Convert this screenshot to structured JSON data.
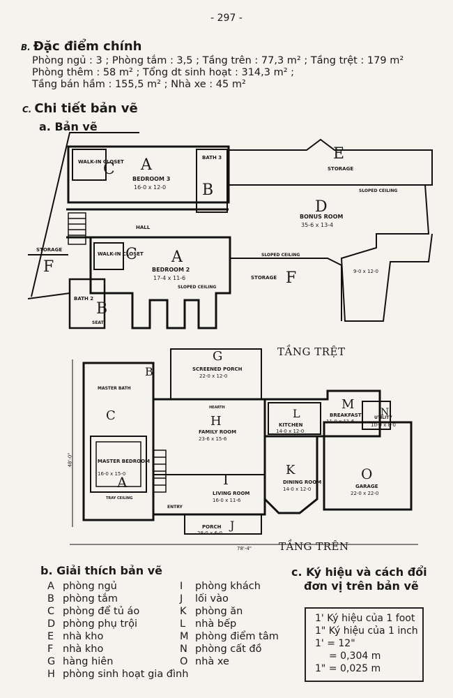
{
  "page_number": "- 297 -",
  "section_b": {
    "marker": "B.",
    "title": "Đặc điểm chính",
    "lines": [
      "Phòng ngủ : 3  ;  Phòng tắm : 3,5  ;  Tầng trên : 77,3 m² ; Tầng trệt : 179 m²",
      "Phòng thêm : 58 m²   ;  Tổng dt sinh hoạt : 314,3 m² ;",
      "Tầng bán hầm : 155,5 m²   ;  Nhà xe : 45 m²"
    ]
  },
  "section_c": {
    "marker": "C.",
    "title": "Chi tiết bản vẽ"
  },
  "sub_a": "a. Bản vẽ",
  "upper_plan": {
    "caption": "TẦNG TRỆT",
    "rooms": {
      "walkin1": "WALK-IN CLOSET",
      "bedroom3": "BEDROOM 3",
      "bedroom3_dim": "16-0 x 12-0",
      "bath3": "BATH 3",
      "storage_top": "STORAGE",
      "sloped1": "SLOPED CEILING",
      "bonus": "BONUS ROOM",
      "bonus_dim": "35-6 x 13-4",
      "hall": "HALL",
      "storage_left": "STORAGE",
      "walkin2": "WALK-IN CLOSET",
      "bedroom2": "BEDROOM 2",
      "bedroom2_dim": "17-4 x 11-6",
      "sloped2": "SLOPED CEILING",
      "sloped3": "SLOPED CEILING",
      "storage_mid": "STORAGE",
      "dim_right": "9-0 x 12-0",
      "bath2": "BATH 2",
      "seat": "SEAT"
    },
    "letters": [
      "C",
      "A",
      "B",
      "E",
      "D",
      "C",
      "A",
      "F",
      "F",
      "B"
    ]
  },
  "lower_plan": {
    "caption": "TẦNG TRÊN",
    "rooms": {
      "screened": "SCREENED PORCH",
      "screened_dim": "22-0 x 12-0",
      "master_bath": "MASTER BATH",
      "hearth": "HEARTH",
      "family": "FAMILY ROOM",
      "family_dim": "23-6 x 15-6",
      "kitchen": "KITCHEN",
      "kitchen_dim": "14-0 x 12-0",
      "breakfast": "BREAKFAST",
      "breakfast_dim": "11-0 x 11-6",
      "utility": "UTILITY",
      "utility_dim": "10-0 x 8-0",
      "master": "MASTER BEDROOM",
      "master_dim": "16-0 x 15-0",
      "tray": "TRAY CEILING",
      "living": "LIVING ROOM",
      "living_dim": "16-0 x 11-6",
      "dining": "DINING ROOM",
      "dining_dim": "14-0 x 12-0",
      "garage": "GARAGE",
      "garage_dim": "22-0 x 22-0",
      "entry": "ENTRY",
      "porch": "PORCH",
      "porch_dim": "28-0 x 6-0",
      "width": "78'-4\"",
      "depth": "48'-0\""
    },
    "letters": [
      "G",
      "B",
      "C",
      "H",
      "L",
      "M",
      "N",
      "A",
      "I",
      "K",
      "O",
      "J"
    ]
  },
  "legend": {
    "title": "b. Giải thích bản vẽ",
    "col1": [
      {
        "k": "A",
        "v": "phòng ngủ"
      },
      {
        "k": "B",
        "v": "phòng tắm"
      },
      {
        "k": "C",
        "v": "phòng để tủ áo"
      },
      {
        "k": "D",
        "v": "phòng phụ trội"
      },
      {
        "k": "E",
        "v": "nhà kho"
      },
      {
        "k": "F",
        "v": "nhà kho"
      },
      {
        "k": "G",
        "v": "hàng hiên"
      },
      {
        "k": "H",
        "v": "phòng sinh hoạt gia đình"
      }
    ],
    "col2": [
      {
        "k": "I",
        "v": "phòng khách"
      },
      {
        "k": "J",
        "v": "lối vào"
      },
      {
        "k": "K",
        "v": "phòng ăn"
      },
      {
        "k": "L",
        "v": "nhà bếp"
      },
      {
        "k": "M",
        "v": "phòng điểm tâm"
      },
      {
        "k": "N",
        "v": "phòng cất đồ"
      },
      {
        "k": "O",
        "v": "nhà xe"
      }
    ]
  },
  "conversion": {
    "title_1": "c. Ký hiệu và cách đổi",
    "title_2": "đơn vị trên bản vẽ",
    "lines": [
      "1' Ký hiệu của 1 foot",
      "1\" Ký hiệu của 1 inch",
      "1' = 12\"",
      "= 0,304 m",
      "1\" = 0,025 m"
    ]
  }
}
